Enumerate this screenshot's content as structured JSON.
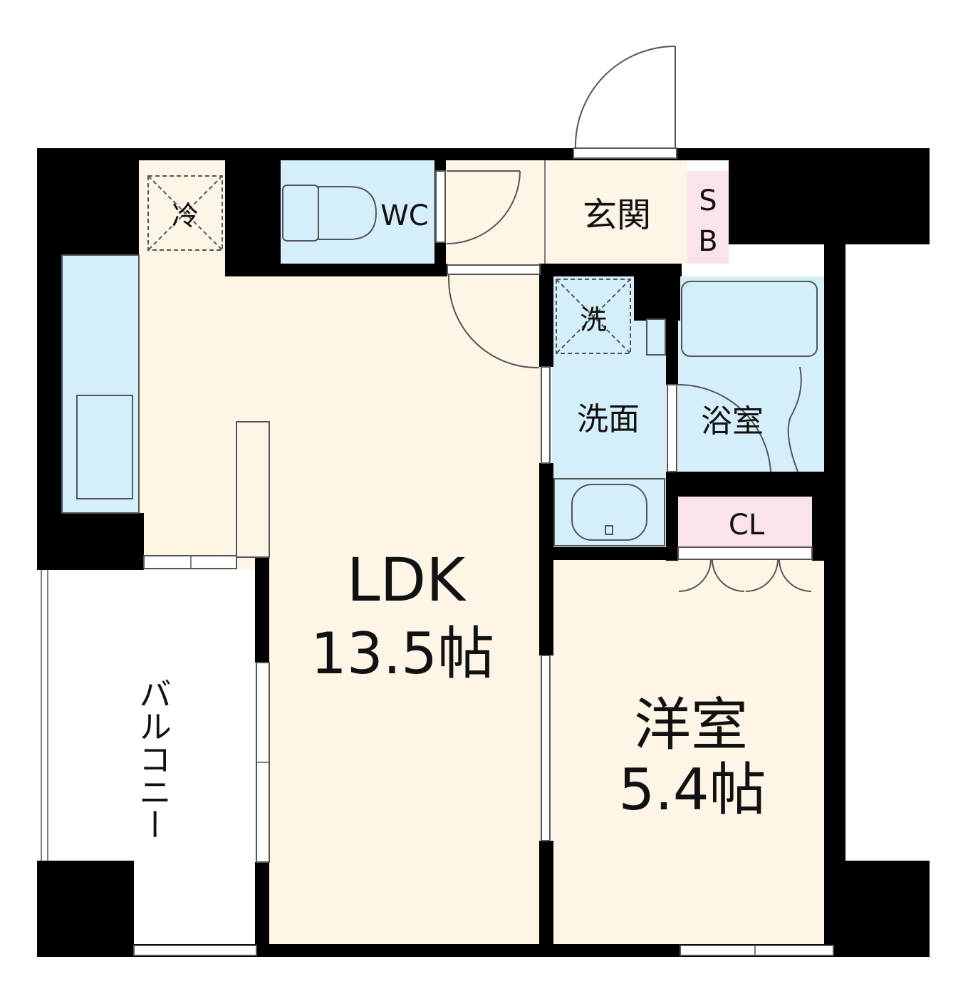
{
  "rooms": {
    "fridge": "冷",
    "wc": "WC",
    "genkan": "玄関",
    "sb_line1": "S",
    "sb_line2": "B",
    "washer": "洗",
    "senmen": "洗面",
    "bath": "浴室",
    "closet": "CL",
    "ldk_name": "LDK",
    "ldk_size": "13.5帖",
    "youshitsu_name": "洋室",
    "youshitsu_size": "5.4帖",
    "balcony": "バルコニー"
  },
  "colors": {
    "wall": "#000000",
    "floor": "#fdf5e6",
    "wet_area": "#d4eefa",
    "storage": "#fbe3ea",
    "fixture_stroke": "#555555"
  }
}
